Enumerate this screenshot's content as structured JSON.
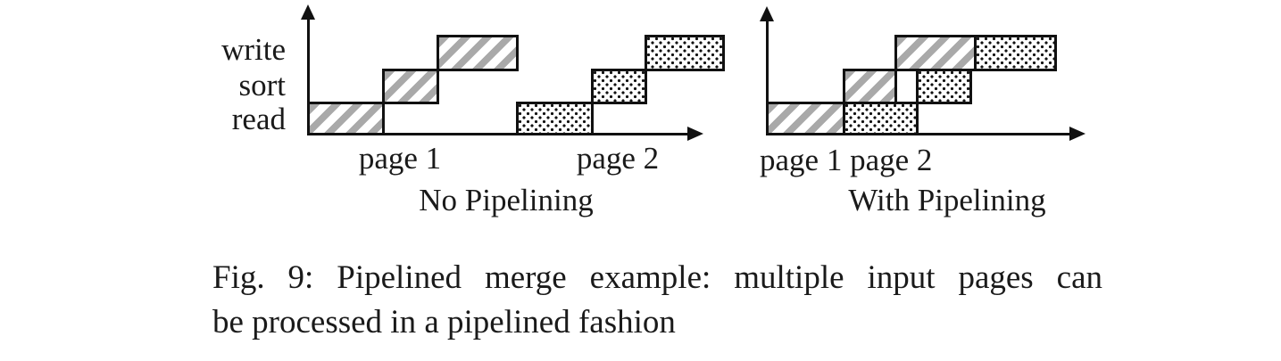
{
  "colors": {
    "ink": "#111111",
    "stripe_gray": "#a9a9a9",
    "background": "#ffffff"
  },
  "figure": {
    "left_panel": {
      "title": "No Pipelining",
      "y_axis_labels": [
        "write",
        "sort",
        "read"
      ],
      "x_axis_labels": [
        "page 1",
        "page 2"
      ]
    },
    "right_panel": {
      "title": "With Pipelining",
      "x_axis_labels": [
        "page 1",
        "page 2"
      ]
    },
    "patterns": {
      "page1": "diagonal-hatch",
      "page2": "dotted"
    }
  },
  "diagram_data": {
    "type": "gantt-timeline",
    "rows": [
      "write",
      "sort",
      "read"
    ],
    "no_pipelining": {
      "page1": {
        "read": [
          0,
          87
        ],
        "sort": [
          84,
          148
        ],
        "write": [
          145,
          237
        ]
      },
      "page2": {
        "read": [
          234,
          321
        ],
        "sort": [
          318,
          381
        ],
        "write": [
          378,
          468
        ]
      }
    },
    "with_pipelining": {
      "page1": {
        "read": [
          0,
          89
        ],
        "sort": [
          86,
          147
        ],
        "write": [
          144,
          236
        ]
      },
      "page2": {
        "read": [
          86,
          171
        ],
        "sort": [
          168,
          231
        ],
        "write": [
          233,
          326
        ]
      }
    }
  },
  "caption": {
    "line1": "Fig. 9: Pipelined merge example: multiple input pages can",
    "line2": "be processed in a pipelined fashion"
  }
}
